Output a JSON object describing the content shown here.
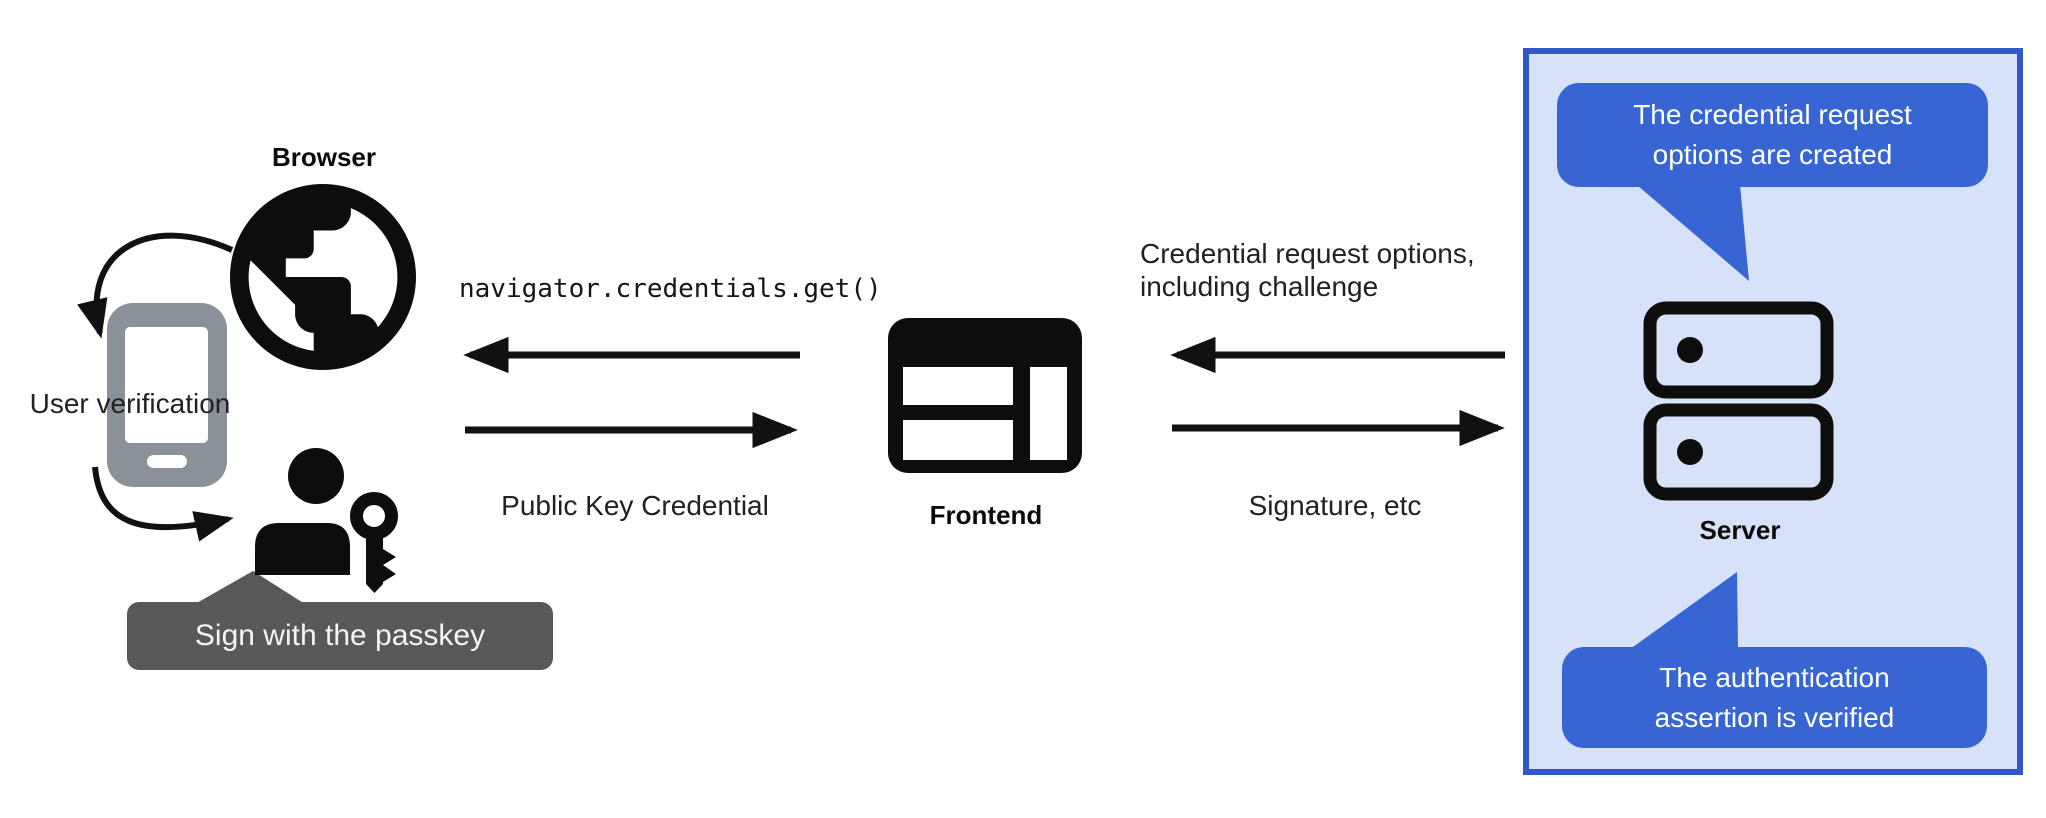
{
  "colors": {
    "bubble_blue": "#3865d4",
    "panel_bg": "#d7e2f8",
    "panel_border": "#3058cb",
    "tooltip_gray": "#58585a",
    "phone_gray": "#8b9199",
    "ink": "#202124"
  },
  "left": {
    "browser_label": "Browser",
    "user_verification_label": "User verification",
    "tooltip_text": "Sign with the passkey"
  },
  "center": {
    "code_text": "navigator.credentials.get()",
    "public_key_label": "Public Key Credential",
    "frontend_label": "Frontend"
  },
  "right": {
    "request_label_line1": "Credential request options,",
    "request_label_line2": "including challenge",
    "signature_label": "Signature, etc",
    "server_label": "Server"
  },
  "server_panel": {
    "bubble_top_line1": "The credential request",
    "bubble_top_line2": "options are created",
    "bubble_bottom_line1": "The authentication",
    "bubble_bottom_line2": "assertion is verified"
  },
  "icons": {
    "globe": "globe-browser-icon",
    "phone": "smartphone-icon",
    "person": "user-icon",
    "key": "passkey-icon",
    "frontend": "frontend-window-icon",
    "server": "server-stack-icon"
  }
}
